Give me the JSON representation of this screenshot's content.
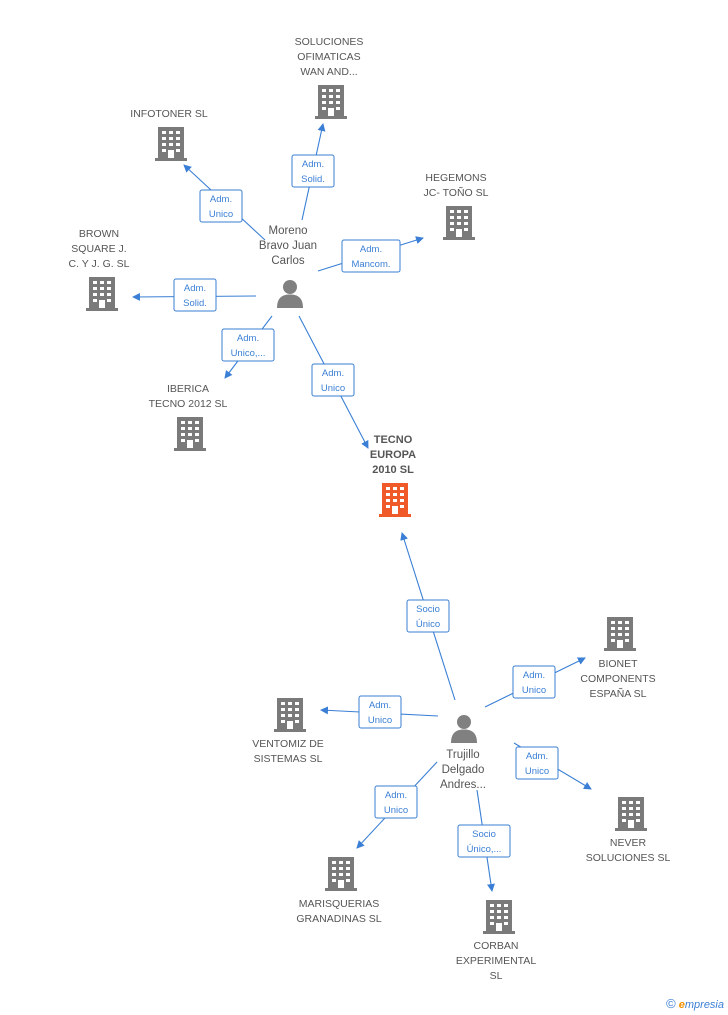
{
  "colors": {
    "company": "#7a7a7a",
    "center": "#f05a28",
    "person": "#808080",
    "edge": "#3a7fd5"
  },
  "center": {
    "lines": [
      "TECNO",
      "EUROPA",
      "2010 SL"
    ]
  },
  "persons": [
    {
      "id": "moreno",
      "lines": [
        "Moreno",
        "Bravo Juan",
        "Carlos"
      ]
    },
    {
      "id": "trujillo",
      "lines": [
        "Trujillo",
        "Delgado",
        "Andres..."
      ]
    }
  ],
  "companies": [
    {
      "id": "soluciones",
      "lines": [
        "SOLUCIONES",
        "OFIMATICAS",
        "WAN AND..."
      ]
    },
    {
      "id": "infotoner",
      "lines": [
        "INFOTONER SL"
      ]
    },
    {
      "id": "hegemons",
      "lines": [
        "HEGEMONS",
        "JC- TOÑO  SL"
      ]
    },
    {
      "id": "brown",
      "lines": [
        "BROWN",
        "SQUARE J.",
        "C. Y J. G.  SL"
      ]
    },
    {
      "id": "iberica",
      "lines": [
        "IBERICA",
        "TECNO 2012 SL"
      ]
    },
    {
      "id": "bionet",
      "lines": [
        "BIONET",
        "COMPONENTS",
        "ESPAÑA SL"
      ]
    },
    {
      "id": "ventomiz",
      "lines": [
        "VENTOMIZ DE",
        "SISTEMAS  SL"
      ]
    },
    {
      "id": "never",
      "lines": [
        "NEVER",
        "SOLUCIONES SL"
      ]
    },
    {
      "id": "marisquerias",
      "lines": [
        "MARISQUERIAS",
        "GRANADINAS SL"
      ]
    },
    {
      "id": "corban",
      "lines": [
        "CORBAN",
        "EXPERIMENTAL",
        "SL"
      ]
    }
  ],
  "edges": [
    {
      "id": "e1",
      "lines": [
        "Adm.",
        "Solid."
      ]
    },
    {
      "id": "e2",
      "lines": [
        "Adm.",
        "Unico"
      ]
    },
    {
      "id": "e3",
      "lines": [
        "Adm.",
        "Mancom."
      ]
    },
    {
      "id": "e4",
      "lines": [
        "Adm.",
        "Solid."
      ]
    },
    {
      "id": "e5",
      "lines": [
        "Adm.",
        "Unico,..."
      ]
    },
    {
      "id": "e6",
      "lines": [
        "Adm.",
        "Unico"
      ]
    },
    {
      "id": "e7",
      "lines": [
        "Socio",
        "Único"
      ]
    },
    {
      "id": "e8",
      "lines": [
        "Adm.",
        "Unico"
      ]
    },
    {
      "id": "e9",
      "lines": [
        "Adm.",
        "Unico"
      ]
    },
    {
      "id": "e10",
      "lines": [
        "Adm.",
        "Unico"
      ]
    },
    {
      "id": "e11",
      "lines": [
        "Adm.",
        "Unico"
      ]
    },
    {
      "id": "e12",
      "lines": [
        "Socio",
        "Único,..."
      ]
    }
  ],
  "footer": {
    "copyright": "©",
    "brand_initial": "e",
    "brand_rest": "mpresia"
  }
}
